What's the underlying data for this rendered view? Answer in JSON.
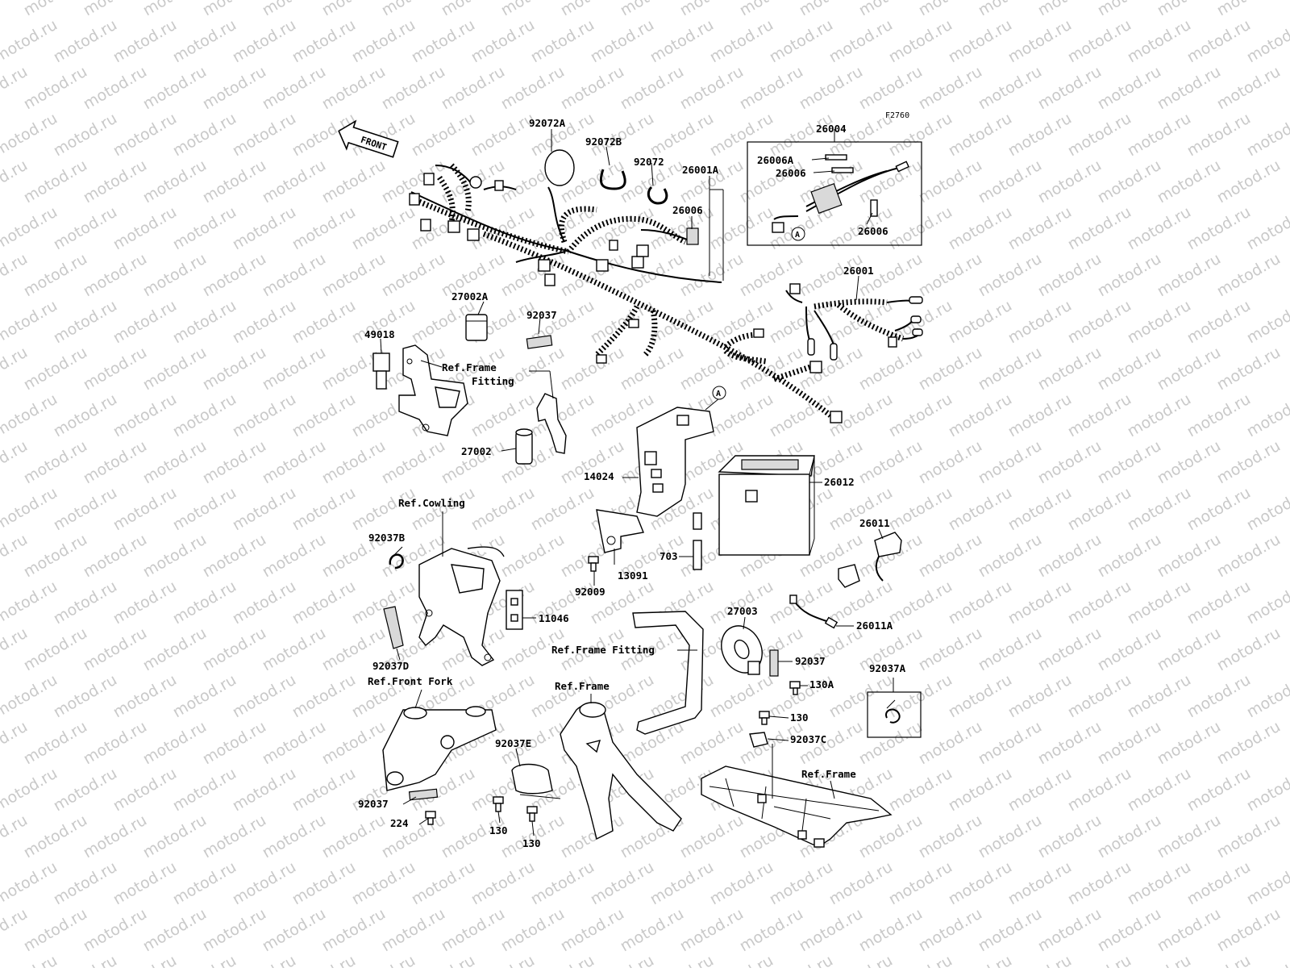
{
  "diagram": {
    "figure_code": "F2760",
    "front_arrow": "FRONT",
    "watermark": "motod.ru",
    "callouts": {
      "c92072A": "92072A",
      "c92072B": "92072B",
      "c92072": "92072",
      "c26001A": "26001A",
      "c26006_main": "26006",
      "c26004": "26004",
      "c26006A": "26006A",
      "c26006_box1": "26006",
      "c26006_box2": "26006",
      "cA_box": "A",
      "c26001": "26001",
      "c27002A": "27002A",
      "c92037_top": "92037",
      "c49018": "49018",
      "cRefFrameFitting1a": "Ref.Frame",
      "cRefFrameFitting1b": "Fitting",
      "c27002": "27002",
      "cA_cover": "A",
      "c14024": "14024",
      "c26012": "26012",
      "cRefCowling": "Ref.Cowling",
      "c92037B": "92037B",
      "c26011": "26011",
      "c703": "703",
      "c13091": "13091",
      "c92009": "92009",
      "c11046": "11046",
      "c27003": "27003",
      "c26011A": "26011A",
      "cRefFrameFitting2": "Ref.Frame Fitting",
      "c92037_horn": "92037",
      "c130A": "130A",
      "c92037D": "92037D",
      "c92037A": "92037A",
      "cRefFrontFork": "Ref.Front Fork",
      "cRefFrame1": "Ref.Frame",
      "c130_right": "130",
      "c92037C": "92037C",
      "c92037E": "92037E",
      "cRefFrame2": "Ref.Frame",
      "c92037_fork": "92037",
      "c224": "224",
      "c130_a": "130",
      "c130_b": "130"
    }
  }
}
